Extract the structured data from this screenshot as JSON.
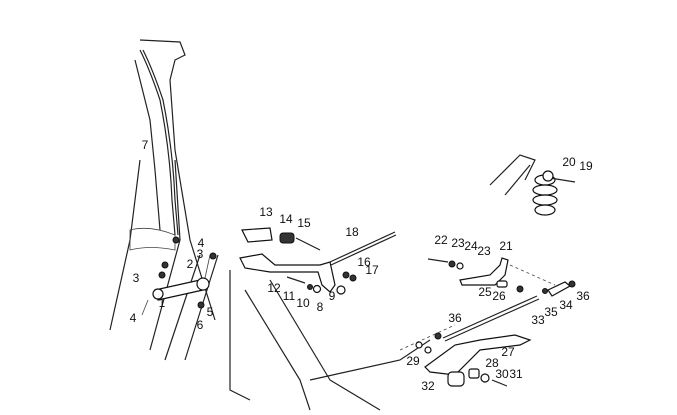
{
  "diagram": {
    "type": "exploded-parts-view",
    "labels": [
      "7",
      "13",
      "14",
      "15",
      "18",
      "4",
      "3",
      "2",
      "3",
      "4",
      "1",
      "6",
      "5",
      "12",
      "11",
      "10",
      "8",
      "9",
      "16",
      "17",
      "20",
      "19",
      "22",
      "23",
      "24",
      "23",
      "21",
      "25",
      "26",
      "36",
      "34",
      "35",
      "33",
      "36",
      "27",
      "28",
      "29",
      "30",
      "31",
      "32"
    ]
  }
}
